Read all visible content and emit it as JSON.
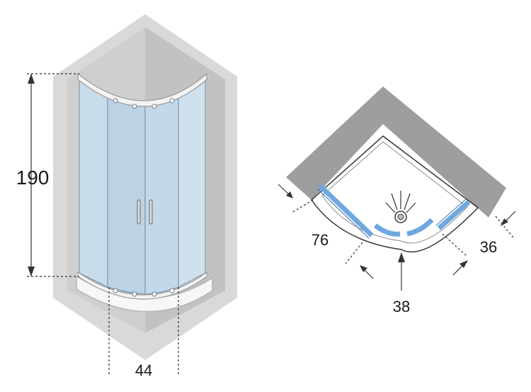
{
  "dimensions": {
    "height_label": "190",
    "width_label": "44",
    "left_label": "76",
    "front_label": "38",
    "right_label": "36"
  },
  "colors": {
    "wall_outer": "#d8d8d8",
    "wall_inner": "#c4c4c4",
    "glass": "#c9dcea",
    "glass_edge": "#8fa5b8",
    "frame": "#f2f2f2",
    "plan_wall": "#9e9e9e",
    "plan_seal": "#6fa8e0",
    "dim_line": "#333333"
  }
}
